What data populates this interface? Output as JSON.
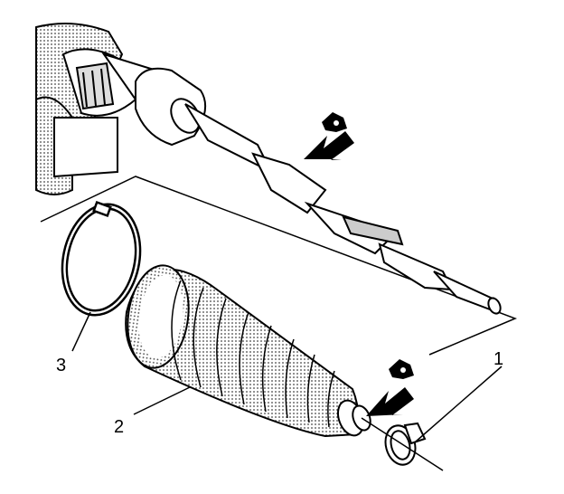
{
  "callouts": [
    {
      "id": "1",
      "label": "1"
    },
    {
      "id": "2",
      "label": "2"
    },
    {
      "id": "3",
      "label": "3"
    }
  ],
  "icons": [
    "grease-can-icon",
    "direction-arrow-icon"
  ],
  "colors": {
    "ink": "#000000",
    "paper": "#ffffff",
    "shade": "#9a9a9a"
  }
}
